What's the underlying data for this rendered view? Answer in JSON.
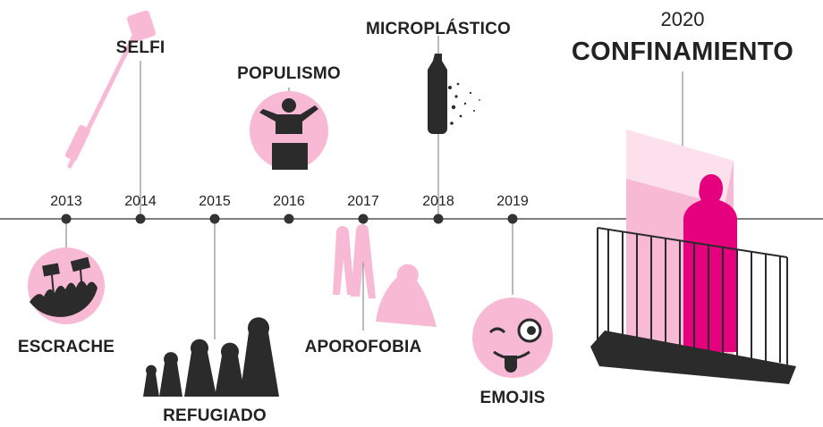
{
  "events": [
    {
      "year": "2013",
      "word": "ESCRACHE",
      "icon": "protest-crowd-icon"
    },
    {
      "year": "2014",
      "word": "SELFI",
      "icon": "selfie-stick-icon"
    },
    {
      "year": "2015",
      "word": "REFUGIADO",
      "icon": "refugees-walking-icon"
    },
    {
      "year": "2016",
      "word": "POPULISMO",
      "icon": "politician-podium-icon"
    },
    {
      "year": "2017",
      "word": "APOROFOBIA",
      "icon": "homeless-people-icon"
    },
    {
      "year": "2018",
      "word": "MICROPLÁSTICO",
      "icon": "plastic-bottle-icon"
    },
    {
      "year": "2019",
      "word": "EMOJIS",
      "icon": "winking-emoji-icon"
    }
  ],
  "highlight": {
    "year": "2020",
    "word": "CONFINAMIENTO",
    "icon": "person-on-balcony-icon"
  },
  "colors": {
    "pink": "#f7b9d3",
    "magenta": "#e5007e",
    "dark": "#2b2b2b",
    "line": "#555555"
  }
}
